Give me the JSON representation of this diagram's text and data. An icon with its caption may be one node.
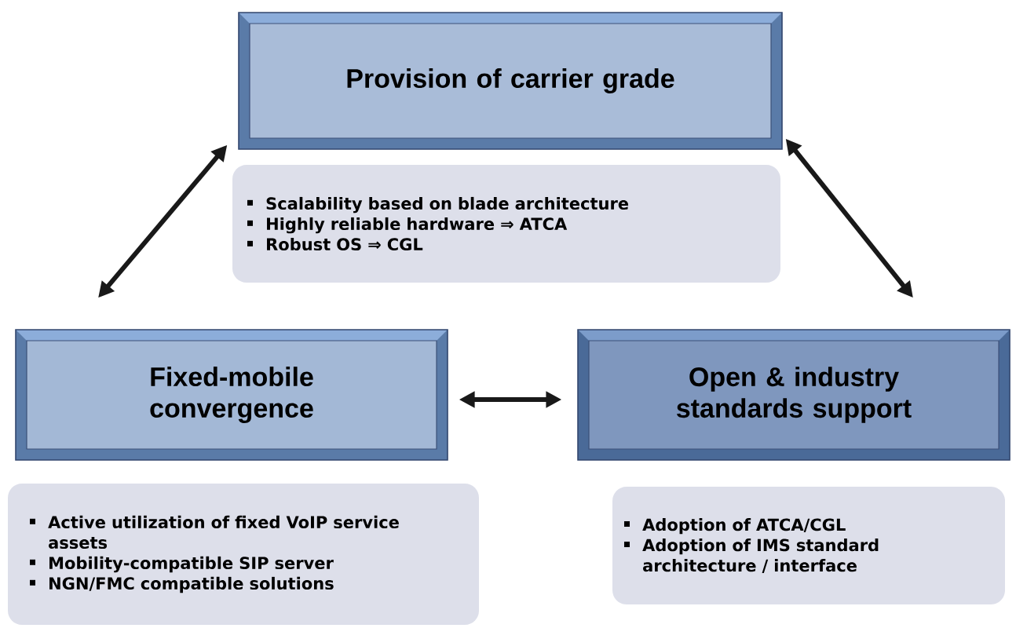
{
  "diagram": {
    "nodes": [
      {
        "text": [
          "Provision of carrier grade"
        ]
      },
      {
        "text": [
          "Scalability based on blade architecture",
          "Highly reliable hardware ⇒ ATCA",
          "Robust OS ⇒ CGL"
        ]
      },
      {
        "text": [
          "Fixed-mobile convergence"
        ]
      },
      {
        "text": [
          "Open & industry standards support"
        ]
      },
      {
        "text": [
          "Active utilization of fixed VoIP service assets",
          "Mobility-compatible SIP server",
          "NGN/FMC compatible solutions"
        ]
      },
      {
        "text": [
          "Adoption of ATCA/CGL",
          "Adoption of IMS standard architecture / interface"
        ]
      }
    ],
    "edges": [
      {
        "from": 0,
        "to": 2,
        "arrow": "both"
      },
      {
        "from": 0,
        "to": 3,
        "arrow": "both"
      },
      {
        "from": 2,
        "to": 3,
        "arrow": "both"
      }
    ]
  }
}
